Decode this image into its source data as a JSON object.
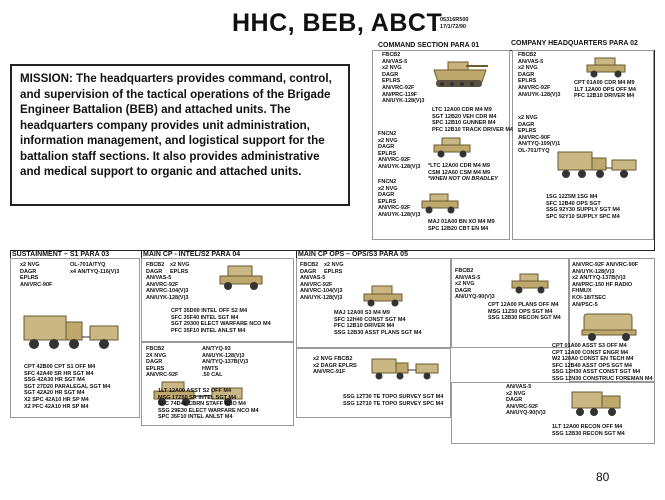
{
  "header": {
    "title": "HHC, BEB, ABCT",
    "doc_code": [
      "05316R500",
      "17/1/72/90"
    ]
  },
  "mission": {
    "text": "MISSION: The headquarters provides command, control, and supervision of the tactical operations of the Brigade Engineer Battalion (BEB) and attached units. The headquarters company provides unit administration, information management, and logistical support for the battalion staff sections. It also provides administrative and medical support to organic and attached units."
  },
  "command_section": {
    "heading": "COMMAND SECTION  PARA 01",
    "eq1": [
      "FBCB2",
      "AN/VAS-5",
      "x2 NVG",
      "DAGR",
      "EPLRS",
      "AN/VRC-92F",
      "AN/PRC-119F",
      "AN/UYK-128(V)3"
    ],
    "per1": [
      "LTC 12A00 CDR M4 M9",
      "SGT 12B20 VEH CDR M4",
      "SPC 12B10 GUNNER M4",
      "PFC 12B10 TRACK DRIVER M4"
    ],
    "eq2": [
      "FNCN2",
      "x2 NVG",
      "DAGR",
      "EPLRS",
      "AN/VRC-92F",
      "AN/UYK-128(V)3"
    ],
    "per2": [
      "*LTC 12A00 CDR M4 M9",
      "CSM 12A60 CSM M4 M9",
      "*WHEN NOT ON BRADLEY"
    ],
    "eq3": [
      "FNCN2",
      "x2 NVG",
      "DAGR",
      "EPLRS",
      "AN/VRC-92F",
      "AN/UYK-128(V)3"
    ],
    "per3": [
      "MAJ 01A00 BN XO M4 M9",
      "SPC 12B20 CBT EN M4"
    ]
  },
  "company_hq": {
    "heading": "COMPANY HEADQUARTERS  PARA 02",
    "eq1": [
      "FBCB2",
      "AN/VAS-5",
      "x2 NVG",
      "DAGR",
      "EPLRS",
      "AN/VRC-92F",
      "AN/UYK-128(V)3"
    ],
    "per1": [
      "CPT 01A00 CDR M4 M9",
      "1LT 12A00 OPS OFF M4",
      "PFC 12B10 DRIVER M4"
    ],
    "eq2": [
      "x2 NVG",
      "DAGR",
      "EPLRS",
      "AN/VRC-90F",
      "AN/TYQ-109(V)1",
      "OL-701/TYQ"
    ],
    "per2": [
      "1SG 12Z5M 1SG M4",
      "SFC 12B40 OPS SGT",
      "SSG 92Y30 SUPPLY SGT M4",
      "SPC 92Y10 SUPPLY SPC M4"
    ]
  },
  "sustainment": {
    "heading": "SUSTAINMENT – S1  PARA 03",
    "eq_a": [
      "x2 NVG",
      "DAGR",
      "EPLRS",
      "AN/VRC-90F"
    ],
    "eq_b": [
      "OL-701A/TYQ",
      "x4  AN/TYQ-116(V)3"
    ],
    "per": [
      "CPT 42B00 CPT S1 OFF M4",
      "SFC 42A40 SR HR SGT M4",
      "SSG 42A30 HR SGT M4",
      "SGT 27D20 PARALEGAL SGT M4",
      "SGT 42A20 HR SGT M4",
      "X2 SPC 42A10 HR SP M4",
      "X2 PFC 42A10 HR SP M4"
    ]
  },
  "main_cp_intel": {
    "heading": "MAIN CP - INTEL/S2  PARA 04",
    "eq1a": [
      "FBCB2",
      "DAGR",
      "AN/VAS-5",
      "AN/VRC-92F",
      "AN/VRC-104(V)3",
      "AN/UYK-128(V)3"
    ],
    "eq1b": [
      "x2 NVG",
      "EPLRS"
    ],
    "per1": [
      "CPT 35D00 INTEL OFF S2 M4",
      "SFC 35F40 INTEL SGT M4",
      "SGT 29300 ELECT WARFARE NCO M4",
      "PFC 35F10 INTEL ANLST M4"
    ],
    "eq2a": [
      "FBCB2",
      "2X NVG",
      "DAGR",
      "EPLRS",
      "AN/VRC-92F"
    ],
    "eq2b": [
      "AN/TYQ-93",
      "AN/UYK-128(V)3",
      "AN/TYQ-137B(V)3",
      "HWTS",
      ".50 CAL"
    ],
    "per2": [
      "1LT 12A00 ASST S2 OFF M4",
      "MSG 17Z50 SR INTEL SGT M4",
      "SFC 74D40 CBRN STAFF NCO M4",
      "SSG 29E30 ELECT WARFARE NCO M4",
      "SPC 35F10 INTEL ANLST M4"
    ]
  },
  "main_cp_ops": {
    "heading": "MAIN CP OPS – OPS/S3  PARA 05",
    "eq1a": [
      "FBCB2",
      "DAGR",
      "AN/VAS-5",
      "AN/VRC-92F",
      "AN/VRC-104(V)3",
      "AN/UYK-128(V)3"
    ],
    "eq1b": [
      "x2 NVG",
      "EPLRS"
    ],
    "per1": [
      "MAJ 12A00 S3 M4 M9",
      "SFC 12H40 CONST SGT M4",
      "PFC 12B10 DRIVER M4",
      "SSG 12B30 ASST PLANS SGT M4"
    ],
    "eq2": [
      "FBCB2",
      "AN/VAS-5",
      "x2 NVG",
      "DAGR",
      "AN/UYQ-90(V)3"
    ],
    "per2": [
      "CPT 12A00 PLANS OFF M4",
      "MSG 11Z50 OPS SGT M4",
      "SSG 12B30 RECON SGT M4"
    ],
    "eq3": [
      "x2 NVG  FBCB2",
      "x2 DAGR  EPLRS",
      "AN/VRC-91F"
    ],
    "per3": [
      "SSG 12T30 TE TOPO SURVEY SGT M4",
      "SSG 12T10 TE TOPO SURVEY SPC M4"
    ],
    "eq4": [
      "AN/VRC-92F  AN/VRC-90F",
      "AN/UYK-128(V)3",
      "x2 AN/TYQ-137B(V)3",
      "AN/PRC-150 HF RADIO",
      "FHMUX",
      "KOI-18/TSEC",
      "AN/PSC-5"
    ],
    "per4": [
      "CPT 01A00 ASST S3 OFF M4",
      "CPT 12A00 CONST ENGR M4",
      "W2 120A0 CONST EN TECH M4",
      "SFC 12B40 ASST OPS SGT M4",
      "SSG 12H30 ASST CONST SGT M4",
      "SSG 12N30 CONSTRUC FOREMAN M4"
    ],
    "eq5": [
      "AN/VAS-5",
      "x2 NVG",
      "DAGR",
      "AN/VRC-92F",
      "AN/UYQ-90(V)3"
    ],
    "per5": [
      "1LT 12A00 RECON OFF M4",
      "SSG 12B30 RECON SGT M4"
    ]
  },
  "footer": {
    "page_number": "80"
  }
}
